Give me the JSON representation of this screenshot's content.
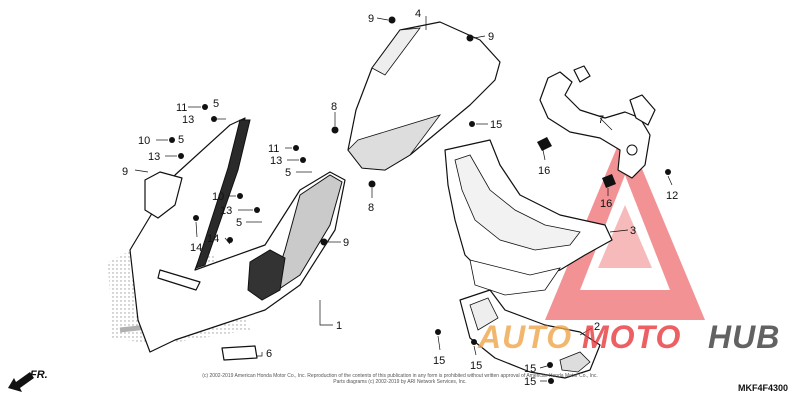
{
  "diagram": {
    "callouts": [
      {
        "id": "c4",
        "text": "4"
      },
      {
        "id": "c9a",
        "text": "9"
      },
      {
        "id": "c9b",
        "text": "9"
      },
      {
        "id": "c8a",
        "text": "8"
      },
      {
        "id": "c8b",
        "text": "8"
      },
      {
        "id": "c11a",
        "text": "11"
      },
      {
        "id": "c5a",
        "text": "5"
      },
      {
        "id": "c13a",
        "text": "13"
      },
      {
        "id": "c10a",
        "text": "10"
      },
      {
        "id": "c5b",
        "text": "5"
      },
      {
        "id": "c13b",
        "text": "13"
      },
      {
        "id": "c9c",
        "text": "9"
      },
      {
        "id": "c11b",
        "text": "11"
      },
      {
        "id": "c13c",
        "text": "13"
      },
      {
        "id": "c5c",
        "text": "5"
      },
      {
        "id": "c10b",
        "text": "10"
      },
      {
        "id": "c13d",
        "text": "13"
      },
      {
        "id": "c5d",
        "text": "5"
      },
      {
        "id": "c14a",
        "text": "14"
      },
      {
        "id": "c14b",
        "text": "14"
      },
      {
        "id": "c9d",
        "text": "9"
      },
      {
        "id": "c1",
        "text": "1"
      },
      {
        "id": "c6",
        "text": "6"
      },
      {
        "id": "c15a",
        "text": "15"
      },
      {
        "id": "c7",
        "text": "7"
      },
      {
        "id": "c16a",
        "text": "16"
      },
      {
        "id": "c16b",
        "text": "16"
      },
      {
        "id": "c12",
        "text": "12"
      },
      {
        "id": "c3",
        "text": "3"
      },
      {
        "id": "c2",
        "text": "2"
      },
      {
        "id": "c15b",
        "text": "15"
      },
      {
        "id": "c15c",
        "text": "15"
      },
      {
        "id": "c15d",
        "text": "15"
      },
      {
        "id": "c15e",
        "text": "15"
      }
    ],
    "direction_label": "FR.",
    "diagram_code": "MKF4F4300",
    "copyright_line1": "(c) 2002-2019 American Honda Motor Co., Inc. Reproduction of the contents of this publication in any form is prohibited without written approval of American Honda Motor Co., Inc.",
    "copyright_line2": "Parts diagrams (c) 2002-2019 by ARI Network Services, Inc."
  },
  "watermark": {
    "text_auto": "AUTO",
    "text_moto": "MOTO",
    "text_hub": "HUB",
    "colors": {
      "orange": "#f0a64a",
      "red": "#e8383d",
      "dark": "#3c3c3c"
    }
  }
}
